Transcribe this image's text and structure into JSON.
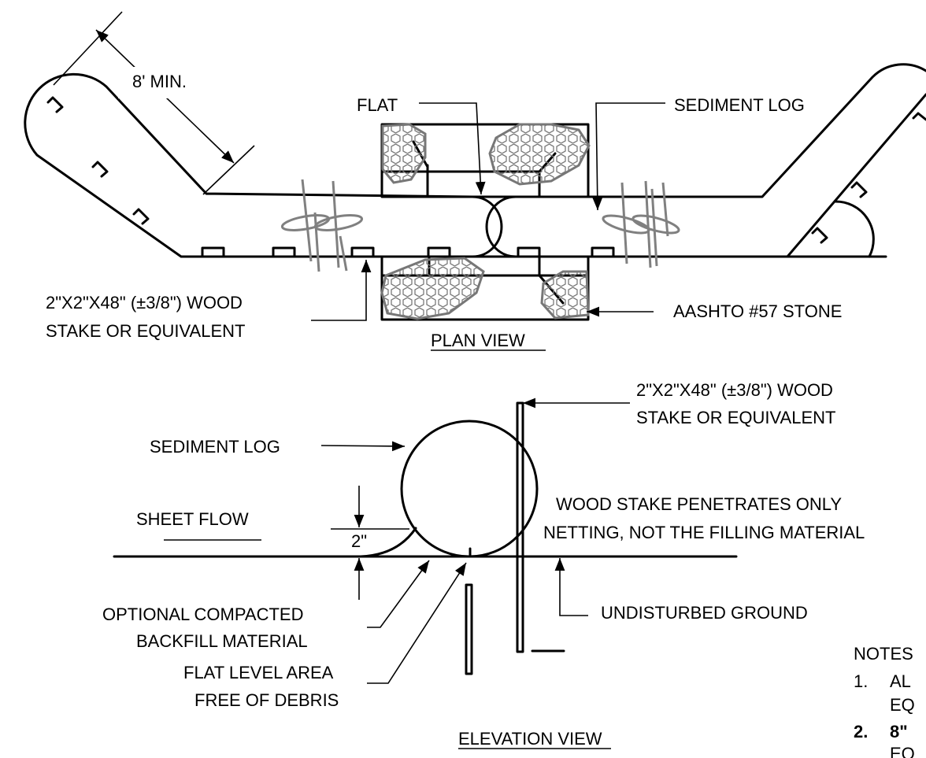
{
  "plan_view": {
    "title": "PLAN VIEW",
    "min_length": "8' MIN.",
    "flat": "FLAT",
    "sediment_log": "SEDIMENT LOG",
    "stake_line1": "2\"X2\"X48\" (±3/8\") WOOD",
    "stake_line2": "STAKE OR EQUIVALENT",
    "stone": "AASHTO #57 STONE"
  },
  "elevation_view": {
    "title": "ELEVATION VIEW",
    "stake_line1": "2\"X2\"X48\" (±3/8\") WOOD",
    "stake_line2": "STAKE OR EQUIVALENT",
    "sediment_log": "SEDIMENT LOG",
    "penetrates_line1": "WOOD STAKE PENETRATES ONLY",
    "penetrates_line2": "NETTING, NOT THE FILLING MATERIAL",
    "sheet_flow": "SHEET FLOW",
    "dimension": "2\"",
    "backfill_line1": "OPTIONAL COMPACTED",
    "backfill_line2": "BACKFILL MATERIAL",
    "undisturbed": "UNDISTURBED GROUND",
    "flat_area_line1": "FLAT LEVEL AREA",
    "flat_area_line2": "FREE OF DEBRIS"
  },
  "notes": {
    "heading": "NOTES",
    "items": [
      {
        "num": "1.",
        "line1": "AL",
        "line2": "EQ"
      },
      {
        "num": "2.",
        "line1": "8\"",
        "line2": "EQ"
      }
    ]
  }
}
